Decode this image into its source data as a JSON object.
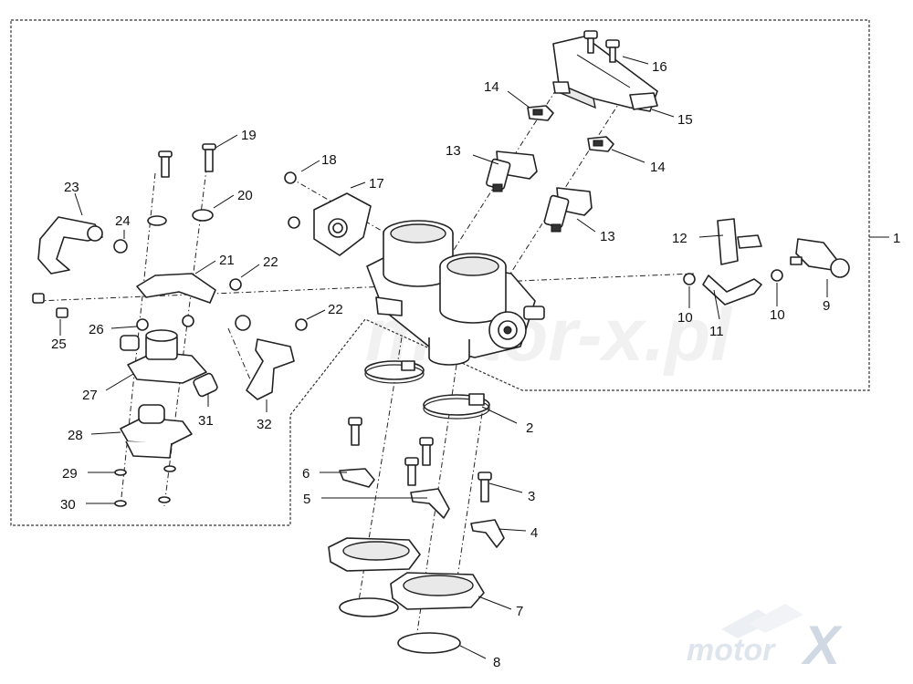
{
  "watermark": "motor-x.pl",
  "logo": {
    "text": "motor",
    "mark": "X"
  },
  "callouts": [
    "1",
    "2",
    "3",
    "4",
    "5",
    "6",
    "7",
    "8",
    "9",
    "10",
    "10",
    "11",
    "12",
    "13",
    "13",
    "14",
    "14",
    "15",
    "16",
    "17",
    "18",
    "19",
    "20",
    "21",
    "22",
    "22",
    "23",
    "24",
    "25",
    "26",
    "27",
    "28",
    "29",
    "30",
    "31",
    "32"
  ]
}
